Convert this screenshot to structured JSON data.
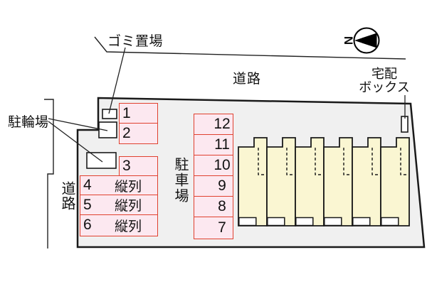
{
  "site": {
    "labels": {
      "garbage_area": "ゴミ置場",
      "road_top": "道路",
      "road_left": "道路",
      "bicycle_parking": "駐輪場",
      "parking_lot": "駐車場",
      "delivery_box_line1": "宅配",
      "delivery_box_line2": "ボックス",
      "compass_north": "N"
    }
  },
  "stalls_left": [
    {
      "no": "1"
    },
    {
      "no": "2"
    },
    {
      "no": "3"
    },
    {
      "no": "4",
      "type": "縦列"
    },
    {
      "no": "5",
      "type": "縦列"
    },
    {
      "no": "6",
      "type": "縦列"
    }
  ],
  "stalls_right": [
    {
      "no": "12"
    },
    {
      "no": "11"
    },
    {
      "no": "10"
    },
    {
      "no": "9"
    },
    {
      "no": "8"
    },
    {
      "no": "7"
    }
  ],
  "building": {
    "unit_count": 6
  },
  "colors": {
    "stall_fill": "#fce8f0",
    "stall_border": "#e0412f",
    "building_fill": "#faf6d2",
    "site_fill": "#f0f0f0",
    "line": "#1a1a1a"
  }
}
